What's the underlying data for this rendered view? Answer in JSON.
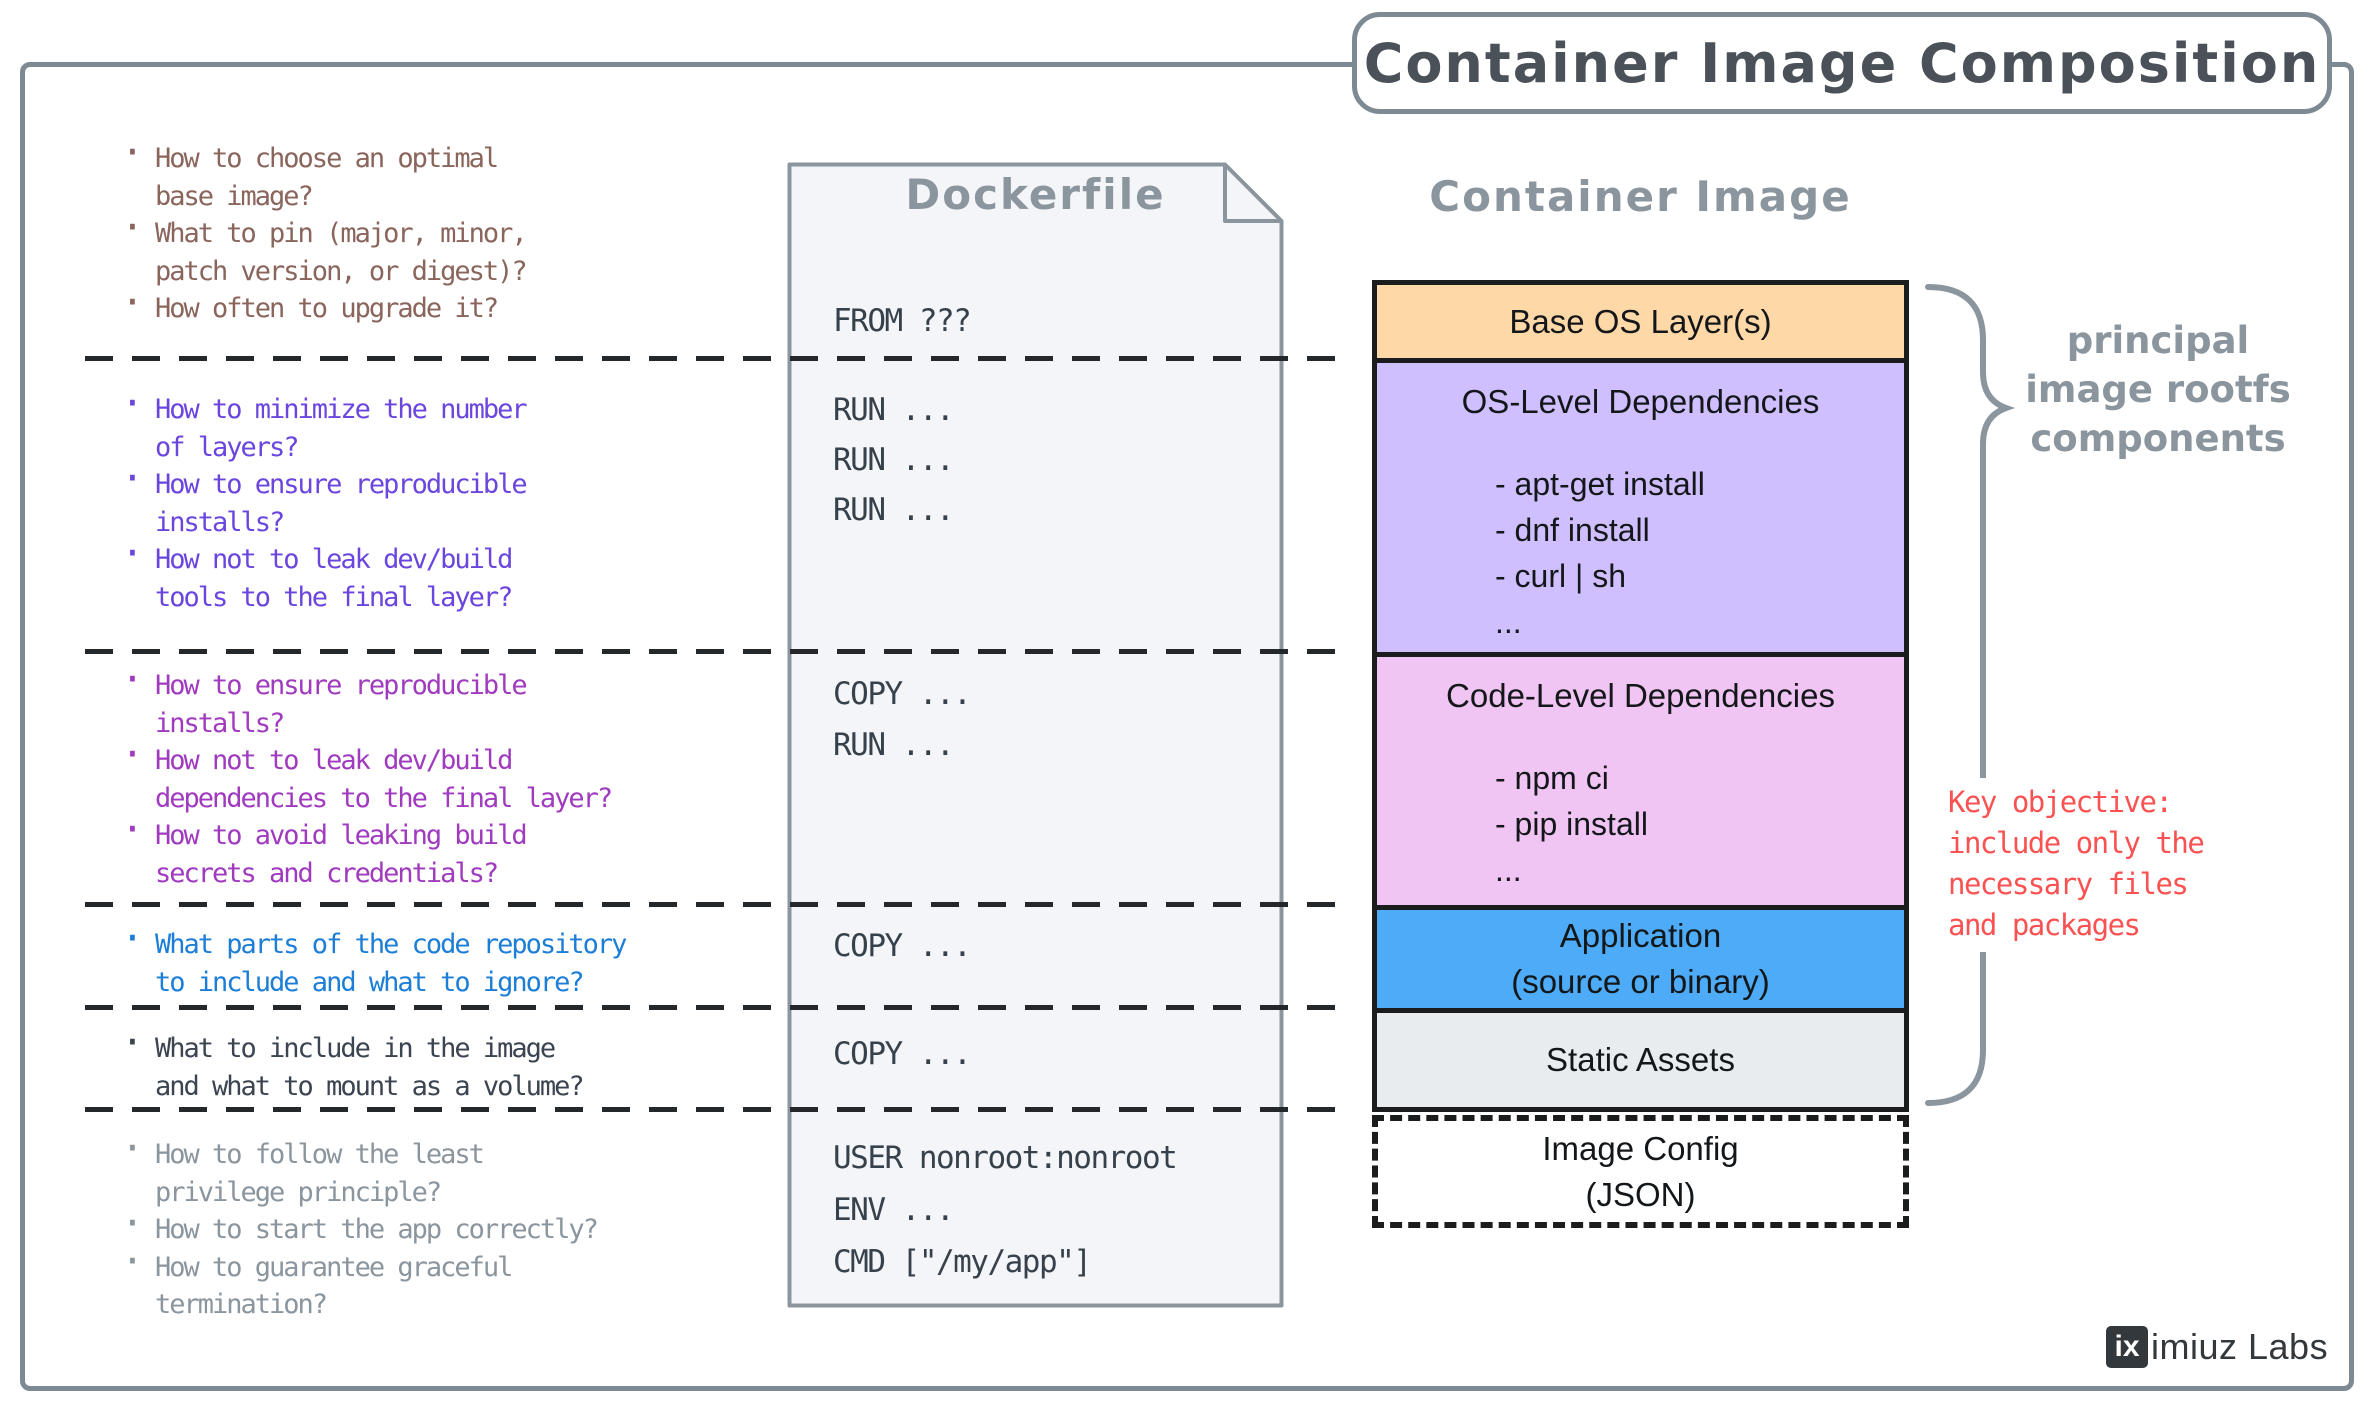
{
  "title": "Container Image Composition",
  "question_groups": [
    {
      "color": "#8A655C",
      "items": [
        {
          "lines": [
            "How to choose an optimal",
            "base image?"
          ]
        },
        {
          "lines": [
            "What to pin (major, minor,",
            "patch version, or digest)?"
          ]
        },
        {
          "lines": [
            "How often to upgrade it?"
          ]
        }
      ]
    },
    {
      "color": "#6B46DE",
      "items": [
        {
          "lines": [
            "How to minimize the number",
            "of layers?"
          ]
        },
        {
          "lines": [
            "How to ensure reproducible",
            "installs?"
          ]
        },
        {
          "lines": [
            "How not to leak dev/build",
            "tools to the final layer?"
          ]
        }
      ]
    },
    {
      "color": "#A03ABF",
      "items": [
        {
          "lines": [
            "How to ensure reproducible",
            "installs?"
          ]
        },
        {
          "lines": [
            "How not to leak dev/build",
            "dependencies to the final layer?"
          ]
        },
        {
          "lines": [
            "How to avoid leaking build",
            "secrets and credentials?"
          ]
        }
      ]
    },
    {
      "color": "#1C7ED6",
      "items": [
        {
          "lines": [
            "What parts of the code repository",
            "to include and what to ignore?"
          ]
        }
      ]
    },
    {
      "color": "#3B4450",
      "items": [
        {
          "lines": [
            "What to include in the image",
            "and what to mount as a volume?"
          ]
        }
      ]
    },
    {
      "color": "#8B959E",
      "items": [
        {
          "lines": [
            "How to follow the least",
            "privilege principle?"
          ]
        },
        {
          "lines": [
            "How to start the app correctly?"
          ]
        },
        {
          "lines": [
            "How to guarantee graceful",
            "termination?"
          ]
        }
      ]
    }
  ],
  "dockerfile": {
    "title": "Dockerfile",
    "sections": [
      [
        "FROM ???"
      ],
      [
        "RUN ...",
        "RUN ...",
        "RUN ..."
      ],
      [
        "COPY ...",
        "RUN ..."
      ],
      [
        "COPY ..."
      ],
      [
        "COPY ..."
      ],
      [
        "USER nonroot:nonroot",
        "ENV ...",
        "CMD [\"/my/app\"]"
      ]
    ]
  },
  "container_image": {
    "title": "Container Image",
    "layers": [
      {
        "name": "base-os-layer",
        "label_lines": [
          "Base OS Layer(s)"
        ],
        "color": "#FFD8A8",
        "border": "solid",
        "items": []
      },
      {
        "name": "os-level-dependencies",
        "label_lines": [
          "OS-Level Dependencies"
        ],
        "color": "#D0BFFF",
        "border": "solid",
        "items": [
          "- apt-get install",
          "- dnf install",
          "- curl | sh",
          "..."
        ]
      },
      {
        "name": "code-level-dependencies",
        "label_lines": [
          "Code-Level Dependencies"
        ],
        "color": "#F0C4F3",
        "border": "solid",
        "items": [
          "- npm ci",
          "- pip install",
          "..."
        ]
      },
      {
        "name": "application",
        "label_lines": [
          "Application",
          "(source or binary)"
        ],
        "color": "#4DABF7",
        "border": "solid",
        "items": []
      },
      {
        "name": "static-assets",
        "label_lines": [
          "Static Assets"
        ],
        "color": "#E9ECEF",
        "border": "solid",
        "items": []
      },
      {
        "name": "image-config",
        "label_lines": [
          "Image Config",
          "(JSON)"
        ],
        "color": "transparent",
        "border": "dashed",
        "items": []
      }
    ]
  },
  "annotations": {
    "principal_components": {
      "color": "#8B959E",
      "lines": [
        "principal",
        "image rootfs",
        "components"
      ]
    },
    "key_objective": {
      "color": "#FA5252",
      "lines": [
        "Key objective:",
        "include only the",
        "necessary files",
        "and packages"
      ]
    }
  },
  "logo": {
    "badge": "ix",
    "text": "imiuz Labs"
  }
}
